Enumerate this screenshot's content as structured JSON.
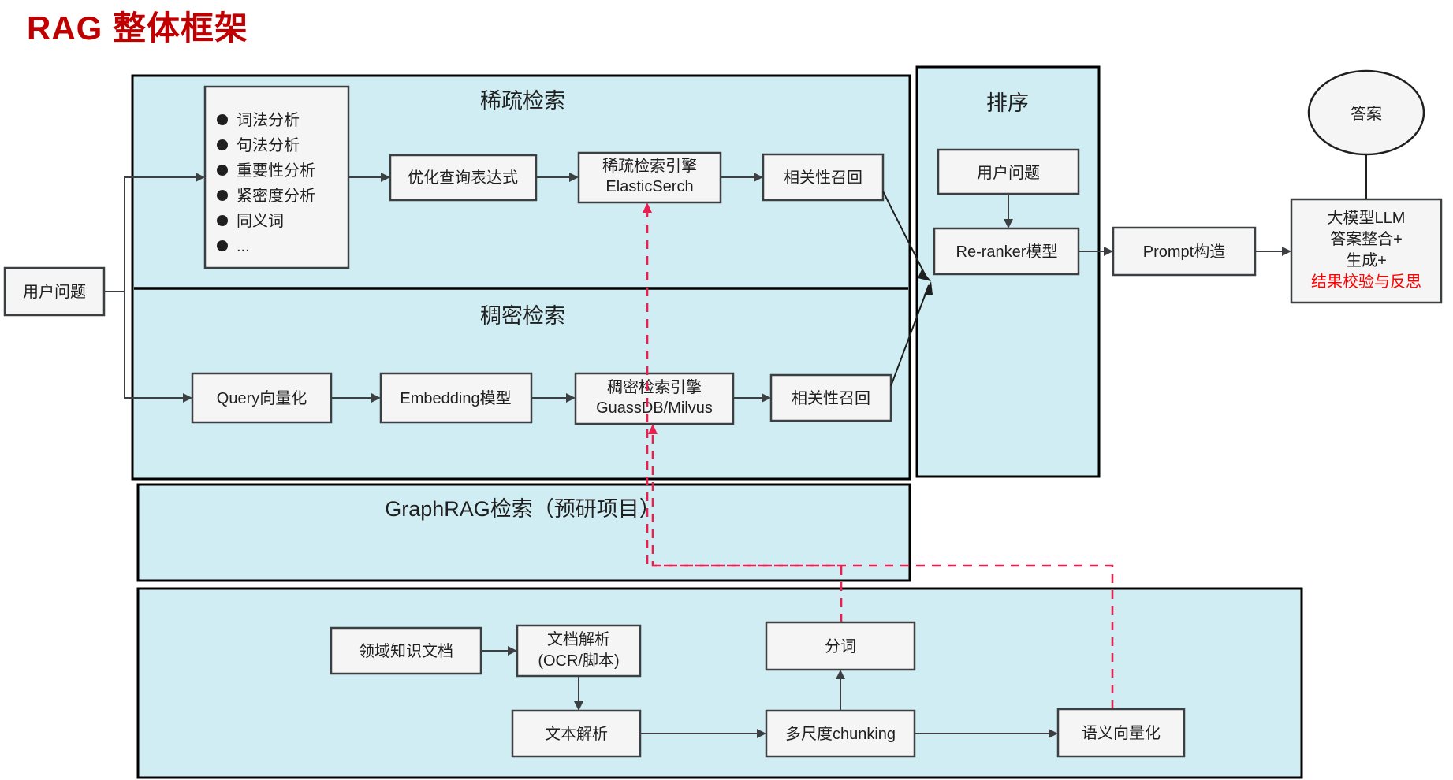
{
  "title": "RAG 整体框架",
  "colors": {
    "title_red": "#c00000",
    "panel_fill": "#cfedf2",
    "box_fill": "#f5f5f5",
    "box_stroke": "#3c4043",
    "dashed_red": "#e8204f",
    "highlight_red": "#ff0000"
  },
  "input": {
    "user_question": "用户问题"
  },
  "sparse": {
    "section_label": "稀疏检索",
    "analysis_bullets": [
      "词法分析",
      "句法分析",
      "重要性分析",
      "紧密度分析",
      "同义词",
      "..."
    ],
    "optimize_query": "优化查询表达式",
    "engine_line1": "稀疏检索引擎",
    "engine_line2": "ElasticSerch",
    "recall": "相关性召回"
  },
  "dense": {
    "section_label": "稠密检索",
    "query_vectorize": "Query向量化",
    "embedding_model": "Embedding模型",
    "engine_line1": "稠密检索引擎",
    "engine_line2": "GuassDB/Milvus",
    "recall": "相关性召回"
  },
  "graphrag": {
    "section_label": "GraphRAG检索（预研项目）"
  },
  "ranking": {
    "section_label": "排序",
    "user_question": "用户问题",
    "reranker": "Re-ranker模型"
  },
  "generation": {
    "prompt_build": "Prompt构造",
    "llm_line1": "大模型LLM",
    "llm_line2": "答案整合+",
    "llm_line3": "生成+",
    "llm_line4": "结果校验与反思",
    "answer": "答案"
  },
  "ingestion": {
    "domain_docs": "领域知识文档",
    "doc_parse_line1": "文档解析",
    "doc_parse_line2": "(OCR/脚本)",
    "text_parse": "文本解析",
    "chunking": "多尺度chunking",
    "tokenize": "分词",
    "semantic_vectorize": "语义向量化"
  }
}
